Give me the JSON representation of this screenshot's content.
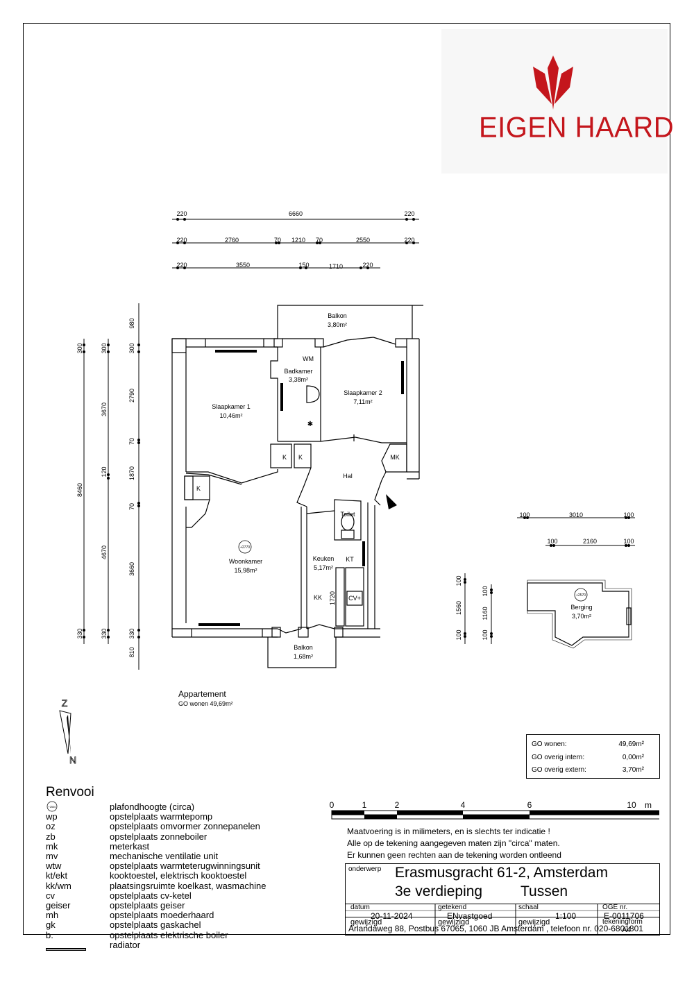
{
  "logo": {
    "text": "EIGEN HAARD",
    "color": "#c4161c"
  },
  "dimensions": {
    "top_row1": [
      "220",
      "6660",
      "220"
    ],
    "top_row2": [
      "220",
      "2760",
      "70",
      "1210",
      "70",
      "2550",
      "220"
    ],
    "top_row3": [
      "220",
      "3550",
      "150",
      "1710",
      "220"
    ],
    "left_col1": [
      "300",
      "8460",
      "330"
    ],
    "left_col2": [
      "300",
      "3670",
      "120",
      "4670",
      "330"
    ],
    "left_col3": [
      "980",
      "300",
      "2790",
      "70",
      "1870",
      "70",
      "3660",
      "330",
      "810"
    ],
    "berging_row1": [
      "100",
      "3010",
      "100"
    ],
    "berging_row2": [
      "100",
      "2160",
      "100"
    ],
    "berging_col1": [
      "100",
      "1560",
      "100"
    ],
    "berging_col2": [
      "100",
      "1160",
      "100"
    ],
    "kitchen_height": "1720"
  },
  "rooms": {
    "balkon_top": {
      "name": "Balkon",
      "area": "3,80m²"
    },
    "badkamer": {
      "name": "Badkamer",
      "area": "3,38m²",
      "wm": "WM"
    },
    "slaapkamer1": {
      "name": "Slaapkamer 1",
      "area": "10,46m²"
    },
    "slaapkamer2": {
      "name": "Slaapkamer 2",
      "area": "7,11m²"
    },
    "hal": {
      "name": "Hal"
    },
    "mk": "MK",
    "k": "K",
    "toilet": {
      "name": "Toilet"
    },
    "woonkamer": {
      "name": "Woonkamer",
      "area": "15,98m²",
      "height": "+2770"
    },
    "keuken": {
      "name": "Keuken",
      "area": "5,17m²",
      "kt": "KT",
      "kk": "KK",
      "cv": "CV+"
    },
    "balkon_bottom": {
      "name": "Balkon",
      "area": "1,68m²"
    },
    "berging": {
      "name": "Berging",
      "area": "3,70m²",
      "height": "+2570"
    }
  },
  "appartement": {
    "title": "Appartement",
    "go": "GO wonen 49,69m²"
  },
  "north": {
    "z": "Z",
    "n": "N"
  },
  "renvooi": {
    "title": "Renvooi",
    "height_symbol": "+2540",
    "items": [
      {
        "code": "",
        "desc": "plafondhoogte (circa)"
      },
      {
        "code": "wp",
        "desc": "opstelplaats warmtepomp"
      },
      {
        "code": "oz",
        "desc": "opstelplaats omvormer zonnepanelen"
      },
      {
        "code": "zb",
        "desc": "opstelplaats zonneboiler"
      },
      {
        "code": "mk",
        "desc": "meterkast"
      },
      {
        "code": "mv",
        "desc": "mechanische ventilatie unit"
      },
      {
        "code": "wtw",
        "desc": "opstelplaats warmteterugwinningsunit"
      },
      {
        "code": "kt/ekt",
        "desc": "kooktoestel, elektrisch kooktoestel"
      },
      {
        "code": "kk/wm",
        "desc": "plaatsingsruimte koelkast, wasmachine"
      },
      {
        "code": "cv",
        "desc": "opstelplaats cv-ketel"
      },
      {
        "code": "geiser",
        "desc": "opstelplaats geiser"
      },
      {
        "code": "mh",
        "desc": "opstelplaats moederhaard"
      },
      {
        "code": "gk",
        "desc": "opstelplaats gaskachel"
      },
      {
        "code": "b.",
        "desc": "opstelplaats elektrische boiler"
      },
      {
        "code": "",
        "desc": "radiator"
      }
    ]
  },
  "go_table": {
    "rows": [
      {
        "label": "GO wonen:",
        "value": "49,69m²"
      },
      {
        "label": "GO overig intern:",
        "value": "0,00m²"
      },
      {
        "label": "GO overig extern:",
        "value": "3,70m²"
      }
    ]
  },
  "scale_bar": {
    "labels": [
      "0",
      "1",
      "2",
      "4",
      "6",
      "10"
    ],
    "unit": "m"
  },
  "notes": [
    "Maatvoering is in milimeters, en is slechts ter indicatie !",
    "Alle op de tekening aangegeven maten zijn \"circa\" maten.",
    "Er kunnen geen rechten aan de tekening worden ontleend"
  ],
  "title_block": {
    "onderwerp_label": "onderwerp",
    "line1": "Erasmusgracht 61-2, Amsterdam",
    "line2a": "3e verdieping",
    "line2b": "Tussen",
    "datum_label": "datum",
    "datum": "20-11-2024",
    "getekend_label": "getekend",
    "getekend": "ENvastgoed",
    "schaal_label": "schaal",
    "schaal": "1:100",
    "oge_label": "OGE nr.",
    "oge": "E-0011706",
    "gewijzigd1": "gewijzigd",
    "gewijzigd2": "gewijzigd",
    "gewijzigd3": "gewijzigd",
    "tekeningform_label": "tekeningform",
    "tekeningform": "A4"
  },
  "address": "Arlandaweg 88, Postbus 67065, 1060 JB Amsterdam , telefoon nr. 020-6801801"
}
